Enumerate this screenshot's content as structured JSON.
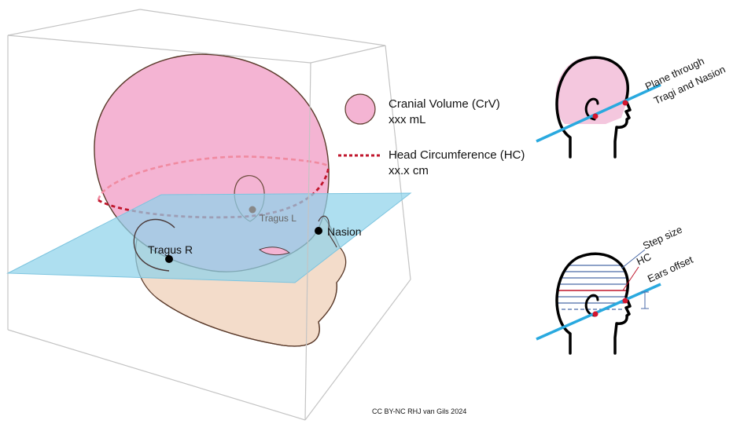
{
  "labels": {
    "tragus_r": "Tragus R",
    "tragus_l": "Tragus L",
    "nasion": "Nasion",
    "plane_line1": "Plane through",
    "plane_line2": "Tragi and Nasion",
    "step_size": "Step size",
    "hc_short": "HC",
    "ears_offset": "Ears offset",
    "credit": "CC BY-NC RHJ van Gils 2024"
  },
  "legend": {
    "volume_title": "Cranial Volume (CrV)",
    "volume_value": "xxx mL",
    "circumference_title": "Head Circumference (HC)",
    "circumference_value": "xx.x cm"
  },
  "colors": {
    "cranium_fill": "#f4b4d3",
    "face_fill": "#f3dcca",
    "plane_fill": "#8fd2ea",
    "plane_line": "#29a9df",
    "hc_red": "#c0162c",
    "marker_red": "#d3152e",
    "outline": "#111111",
    "box_grey": "#bdbdbd",
    "slice_blue": "#4a6aa8"
  }
}
